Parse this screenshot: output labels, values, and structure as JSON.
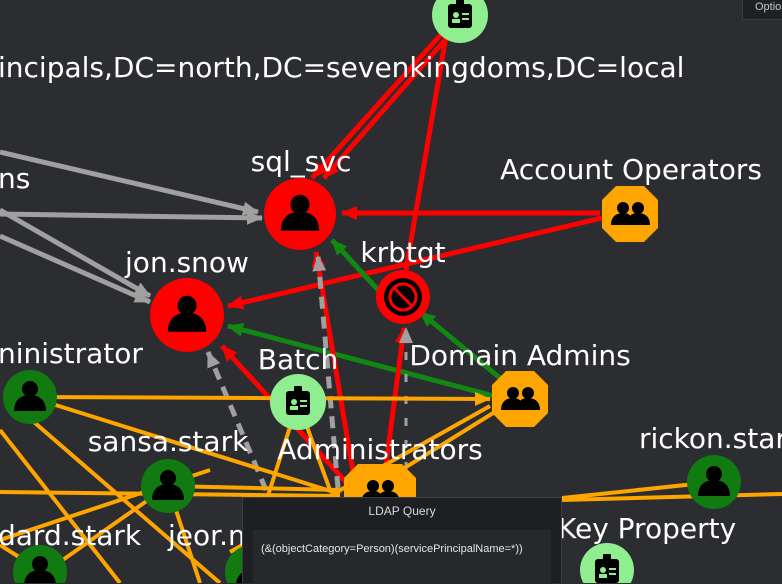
{
  "toolbar": {
    "options_label": "Options"
  },
  "graph": {
    "colors": {
      "background": "#2b2d31",
      "edge_red": "#ff0000",
      "edge_gray": "#a0a0a0",
      "edge_green": "#118811",
      "edge_orange": "#ffa500",
      "user_node": "#ff0000",
      "user_node_alt": "#117a11",
      "group_node": "#ffa500",
      "computer_node": "#90ee90"
    },
    "labels": {
      "dn_text": "incipals,DC=north,DC=sevenkingdoms,DC=local",
      "ns_text": "ns",
      "sql_svc": "sql_svc",
      "account_operators": "Account Operators",
      "krbtgt": "krbtgt",
      "jon_snow": "jon.snow",
      "administrator": "ninistrator",
      "batch": "Batch",
      "domain_admins": "Domain Admins",
      "sansa_stark": "sansa.stark",
      "administrators": "Administrators",
      "rickon_stark": "rickon.stark",
      "eddard_stark": "dard.stark",
      "jeor": "jeor.m",
      "key_property": "Key Property"
    },
    "icons": {
      "user": "user-icon",
      "group": "group-icon",
      "badge": "id-badge-icon",
      "disabled": "disabled-user-icon"
    }
  },
  "ldap_panel": {
    "title": "LDAP Query",
    "query": "(&(objectCategory=Person)(servicePrincipalName=*))"
  }
}
